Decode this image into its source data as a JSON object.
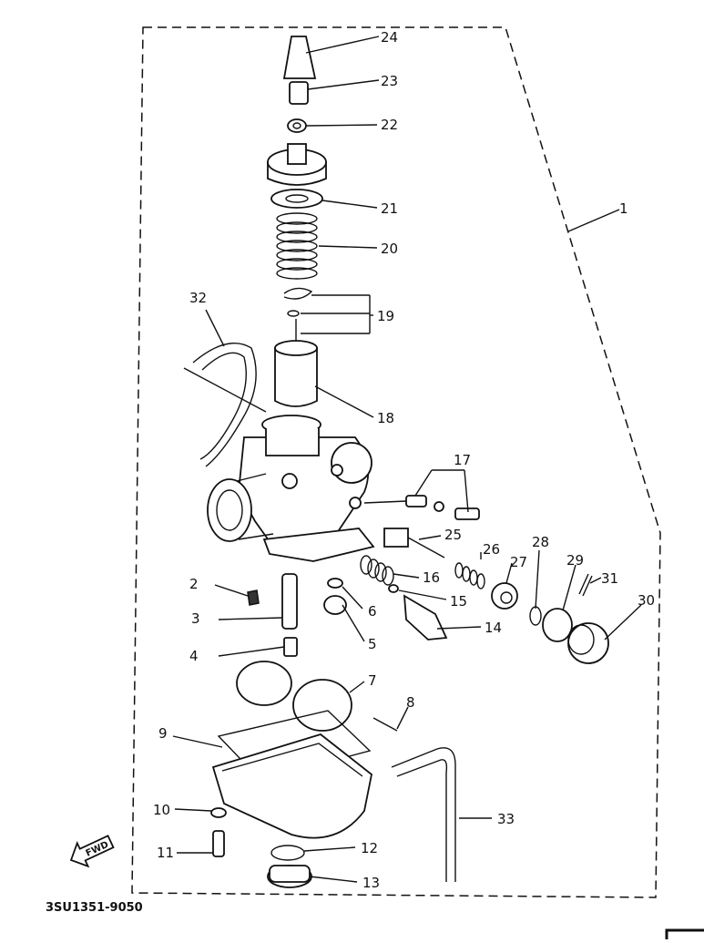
{
  "diagram": {
    "part_labels": [
      "1",
      "2",
      "3",
      "4",
      "5",
      "6",
      "7",
      "8",
      "9",
      "10",
      "11",
      "12",
      "13",
      "14",
      "15",
      "16",
      "17",
      "18",
      "19",
      "20",
      "21",
      "22",
      "23",
      "24",
      "25",
      "26",
      "27",
      "28",
      "29",
      "30",
      "31",
      "32",
      "33"
    ],
    "caption": "3SU1351-9050",
    "direction_badge": "FWD",
    "icons": [
      "fwd-arrow-icon"
    ]
  }
}
